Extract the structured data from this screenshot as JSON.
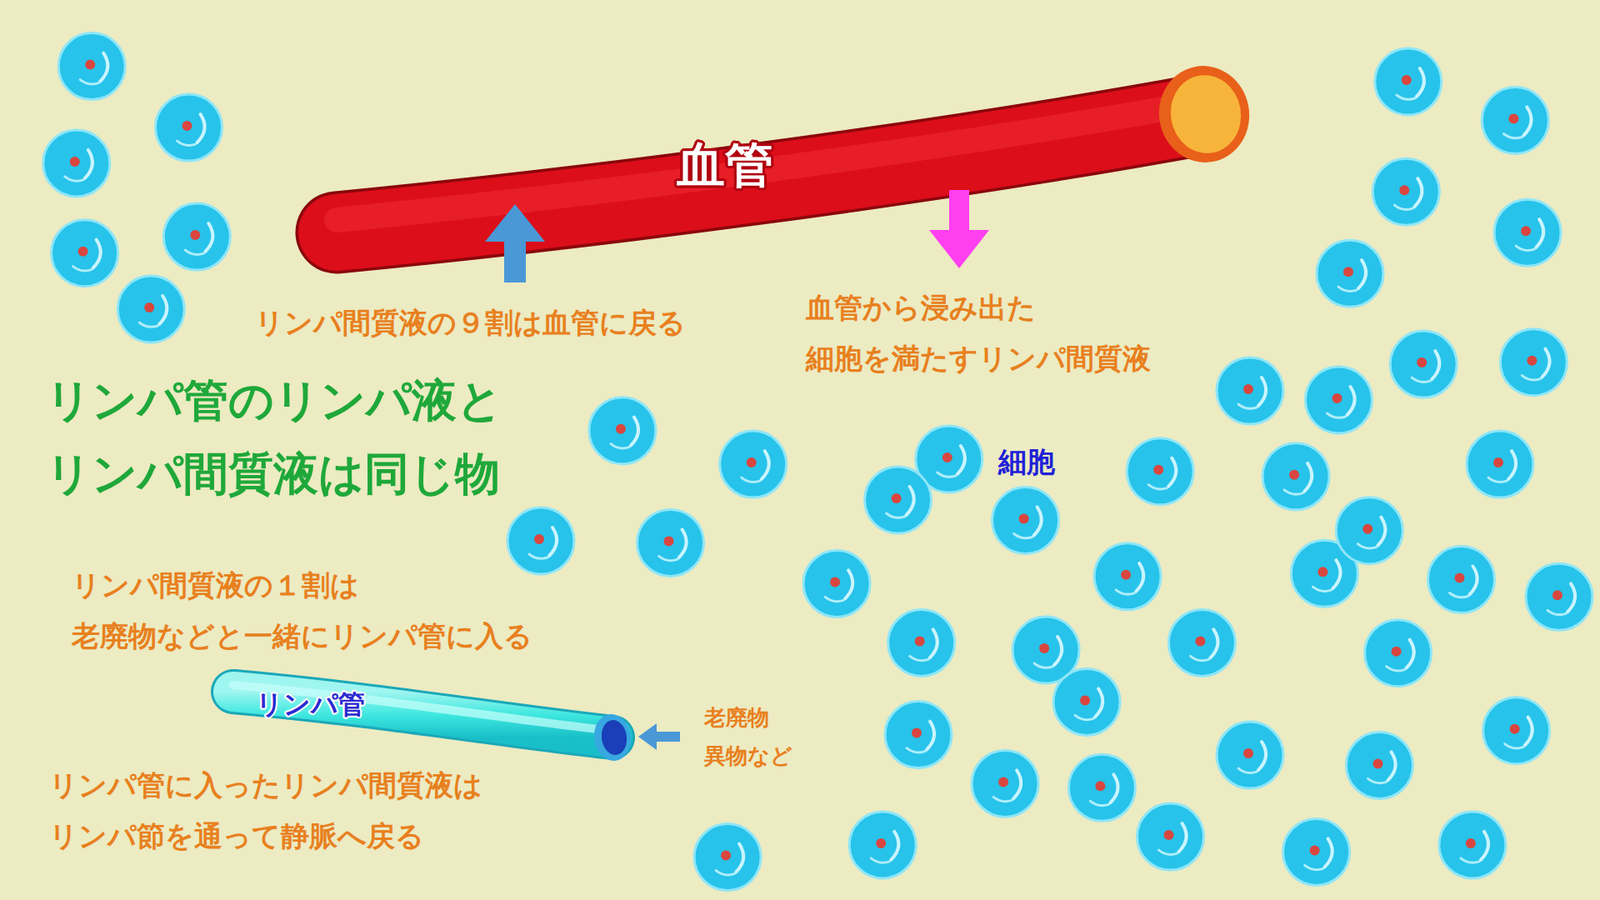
{
  "diagram": {
    "title": "リンパ管のリンパ液と リンパ間質液は同じ物",
    "nodes": [
      {
        "text": [
          "血管"
        ]
      },
      {
        "text": [
          "リンパ管"
        ]
      }
    ],
    "labels": [
      "リンパ間質液の９割は血管に戻る",
      "血管から浸み出た 細胞を満たすリンパ間質液",
      "細胞",
      "リンパ間質液の１割は 老廃物などと一緒にリンパ管に入る",
      "老廃物 異物など",
      "リンパ管に入ったリンパ間質液は リンパ節を通って静脈へ戻る"
    ]
  }
}
